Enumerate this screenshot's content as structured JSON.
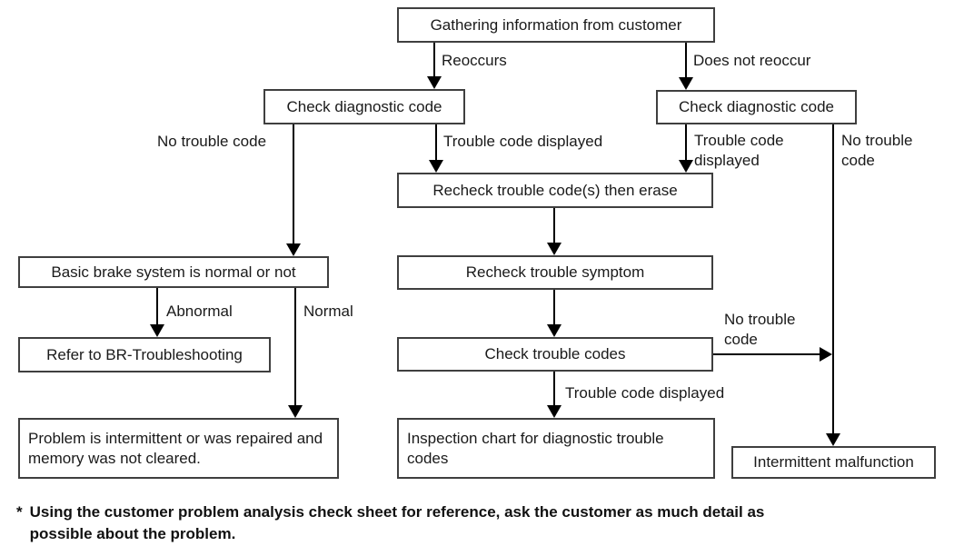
{
  "nodes": {
    "gathering": "Gathering information from customer",
    "check_diagnostic_left": "Check diagnostic code",
    "check_diagnostic_right": "Check diagnostic code",
    "recheck_erase": "Recheck trouble code(s) then erase",
    "recheck_symptom": "Recheck trouble symptom",
    "check_trouble_codes": "Check trouble codes",
    "basic_brake": "Basic brake system is normal or not",
    "refer_br": "Refer to BR-Troubleshooting",
    "problem_intermittent": "Problem is intermittent or was repaired and memory was not cleared.",
    "inspection_chart": "Inspection chart for diagnostic trouble codes",
    "intermittent_malfunction": "Intermittent malfunction"
  },
  "edge_labels": {
    "reoccurs": "Reoccurs",
    "does_not_reoccur": "Does not reoccur",
    "no_trouble_code_left": "No trouble code",
    "trouble_code_displayed_left": "Trouble code displayed",
    "trouble_code_displayed_right": "Trouble code displayed",
    "no_trouble_code_right": "No trouble code",
    "abnormal": "Abnormal",
    "normal": "Normal",
    "no_trouble_code_out": "No trouble code",
    "trouble_code_displayed_bottom": "Trouble code displayed"
  },
  "footnote": {
    "marker": "*",
    "text": "Using the customer problem analysis check sheet for reference, ask the customer as much detail as possible about the problem."
  },
  "colors": {
    "line": "#000000",
    "box_border": "#3f3f3f",
    "text": "#1a1a1a",
    "background": "#ffffff"
  }
}
